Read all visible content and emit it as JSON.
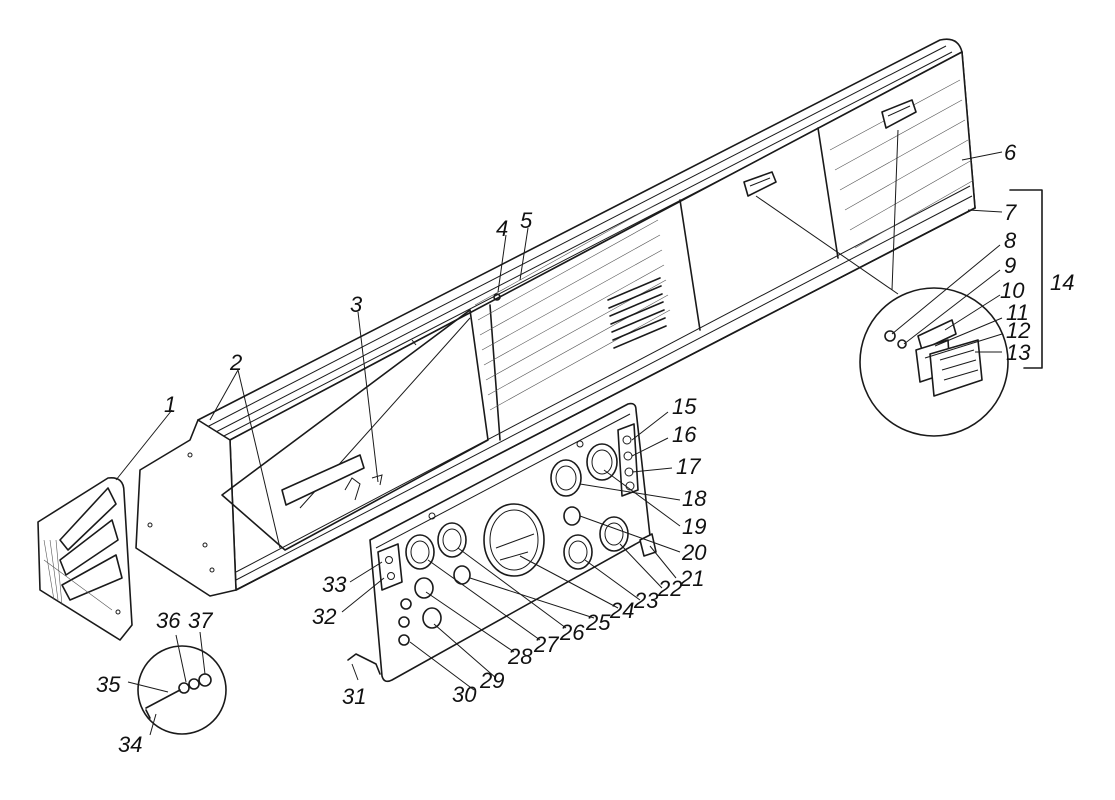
{
  "diagram": {
    "callouts": [
      "1",
      "2",
      "3",
      "4",
      "5",
      "6",
      "7",
      "8",
      "9",
      "10",
      "11",
      "12",
      "13",
      "14",
      "15",
      "16",
      "17",
      "18",
      "19",
      "20",
      "21",
      "22",
      "23",
      "24",
      "25",
      "26",
      "27",
      "28",
      "29",
      "30",
      "31",
      "32",
      "33",
      "34",
      "35",
      "36",
      "37"
    ],
    "colors": {
      "ink": "#1a1a1a",
      "paper": "#ffffff"
    }
  }
}
